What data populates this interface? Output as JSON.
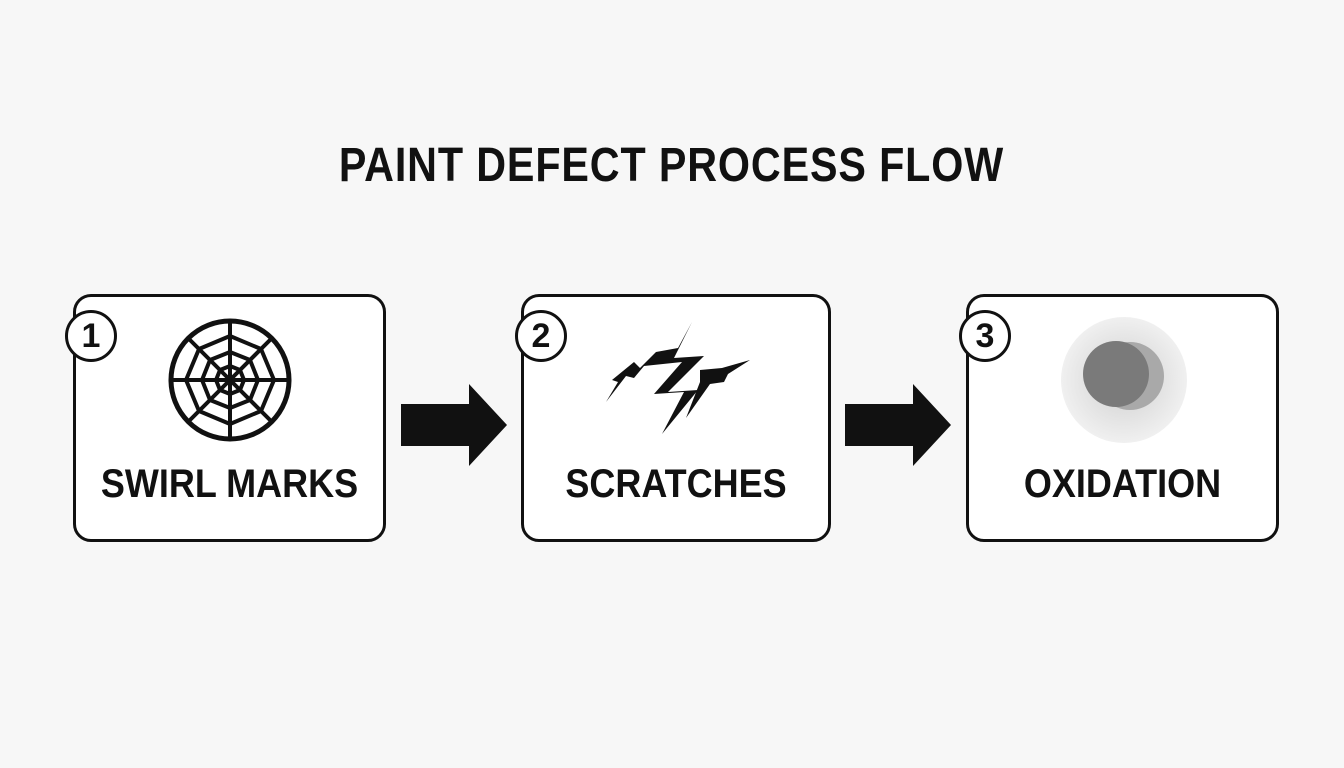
{
  "title": "PAINT DEFECT PROCESS FLOW",
  "steps": [
    {
      "number": "1",
      "label": "SWIRL MARKS",
      "icon": "spider-web-icon"
    },
    {
      "number": "2",
      "label": "SCRATCHES",
      "icon": "lightning-scratch-icon"
    },
    {
      "number": "3",
      "label": "OXIDATION",
      "icon": "oxidation-spot-icon"
    }
  ],
  "connectors": [
    "arrow-right-icon",
    "arrow-right-icon"
  ],
  "colors": {
    "background": "#f7f7f7",
    "ink": "#111111",
    "box_fill": "#ffffff",
    "oxidation_core": "#7a7a7a",
    "oxidation_halo": "#e2e2e2"
  }
}
